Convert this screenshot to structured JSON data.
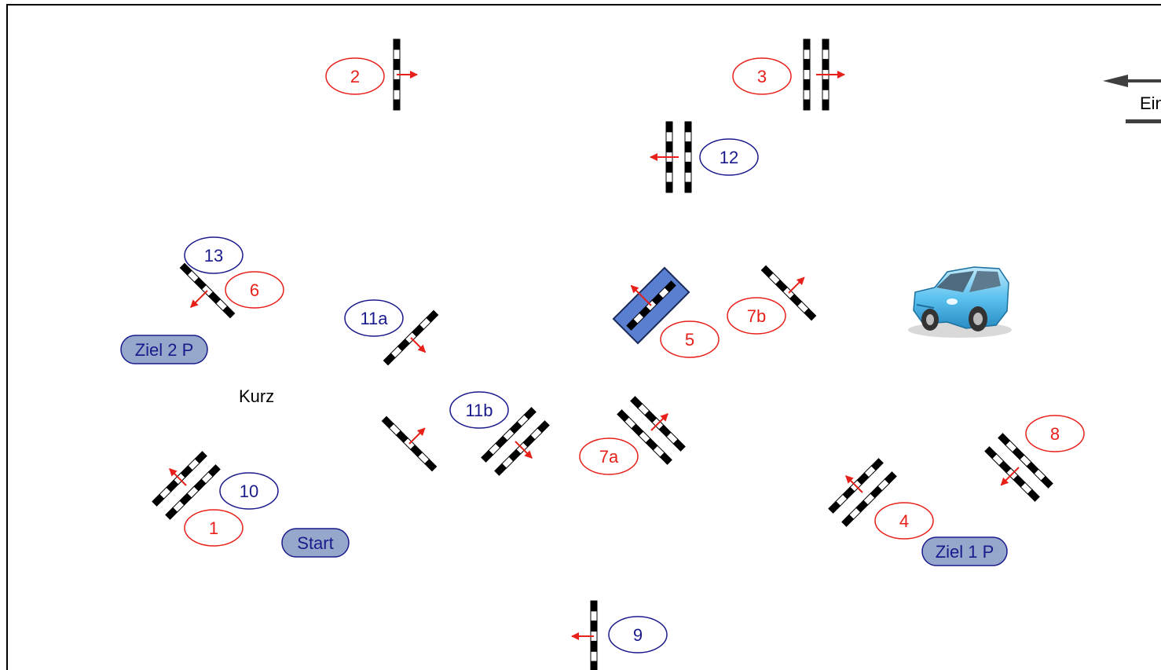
{
  "entrance_label": "Ein",
  "center_label": "Kurz",
  "red_markers": [
    "2",
    "3",
    "6",
    "5",
    "7b",
    "7a",
    "8",
    "1",
    "4"
  ],
  "blue_markers": [
    "12",
    "13",
    "11a",
    "11b",
    "10",
    "9"
  ],
  "areas": [
    "Ziel 2 P",
    "Start",
    "Ziel 1 P"
  ],
  "colors": {
    "red_label": "#e8201a",
    "blue_label": "#1a1a8c",
    "area_fill": "#95a8cc",
    "gate_block": "#5a7fd0",
    "arrow": "#e8201a"
  },
  "icons": [
    "car-icon",
    "entrance-arrow-icon"
  ]
}
